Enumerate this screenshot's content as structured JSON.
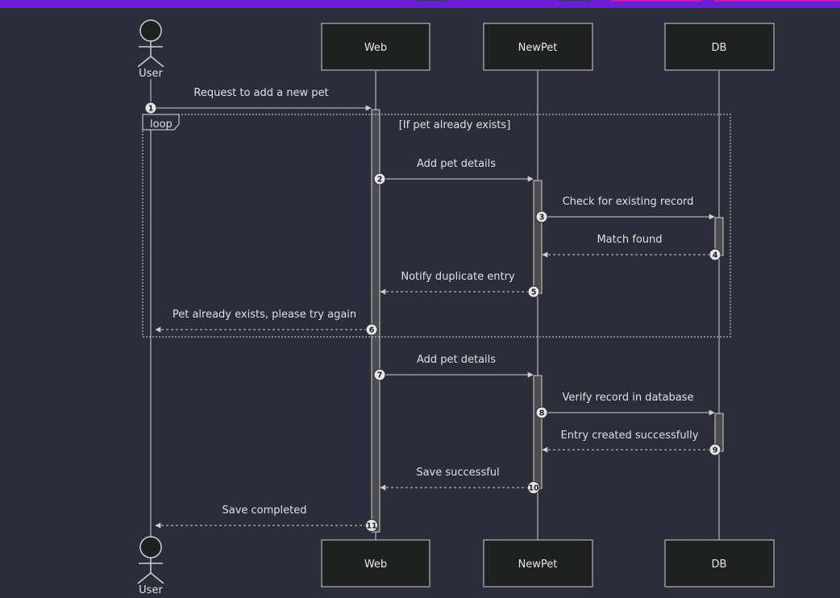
{
  "colors": {
    "background": "#2b2d3b",
    "topbar": "#6a1fd6",
    "participant_fill": "#1f2020",
    "participant_stroke": "#d0d0d0",
    "lifeline": "#d0d0d0",
    "activation_fill": "#4d4d4d",
    "text": "#e0e0e0",
    "number_badge": "#e6e6e6"
  },
  "diagram": {
    "actors": [
      {
        "id": "user",
        "label": "User",
        "kind": "actor",
        "icon": "stick-figure-icon"
      },
      {
        "id": "web",
        "label": "Web",
        "kind": "participant"
      },
      {
        "id": "newpet",
        "label": "NewPet",
        "kind": "participant"
      },
      {
        "id": "db",
        "label": "DB",
        "kind": "participant"
      }
    ],
    "loop": {
      "label": "loop",
      "condition": "[If pet already exists]"
    },
    "messages": [
      {
        "n": "1",
        "from": "user",
        "to": "web",
        "text": "Request to add a new pet",
        "style": "solid"
      },
      {
        "n": "2",
        "from": "web",
        "to": "newpet",
        "text": "Add pet details",
        "style": "solid"
      },
      {
        "n": "3",
        "from": "newpet",
        "to": "db",
        "text": "Check for existing record",
        "style": "solid"
      },
      {
        "n": "4",
        "from": "db",
        "to": "newpet",
        "text": "Match found",
        "style": "dotted"
      },
      {
        "n": "5",
        "from": "newpet",
        "to": "web",
        "text": "Notify duplicate entry",
        "style": "dotted"
      },
      {
        "n": "6",
        "from": "web",
        "to": "user",
        "text": "Pet already exists, please try again",
        "style": "dotted"
      },
      {
        "n": "7",
        "from": "web",
        "to": "newpet",
        "text": "Add pet details",
        "style": "solid"
      },
      {
        "n": "8",
        "from": "newpet",
        "to": "db",
        "text": "Verify record in database",
        "style": "solid"
      },
      {
        "n": "9",
        "from": "db",
        "to": "newpet",
        "text": "Entry created successfully",
        "style": "dotted"
      },
      {
        "n": "10",
        "from": "newpet",
        "to": "web",
        "text": "Save successful",
        "style": "dotted"
      },
      {
        "n": "11",
        "from": "web",
        "to": "user",
        "text": "Save completed",
        "style": "dotted"
      }
    ]
  }
}
